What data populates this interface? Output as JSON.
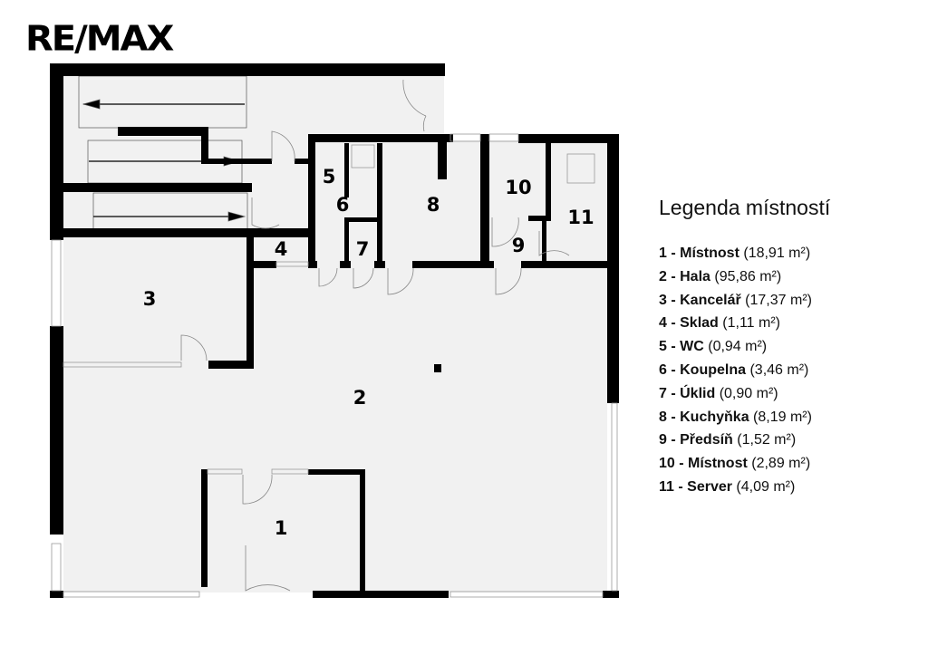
{
  "logo": {
    "text": "RE/MAX"
  },
  "colors": {
    "floor": "#f1f1f1",
    "wall": "#000000",
    "background": "#ffffff"
  },
  "rooms": [
    {
      "no": "1",
      "name": "Místnost",
      "area": "(18,91 m²)"
    },
    {
      "no": "2",
      "name": "Hala",
      "area": "(95,86 m²)"
    },
    {
      "no": "3",
      "name": "Kancelář",
      "area": "(17,37 m²)"
    },
    {
      "no": "4",
      "name": "Sklad",
      "area": "(1,11 m²)"
    },
    {
      "no": "5",
      "name": "WC",
      "area": "(0,94 m²)"
    },
    {
      "no": "6",
      "name": "Koupelna",
      "area": "(3,46 m²)"
    },
    {
      "no": "7",
      "name": "Úklid",
      "area": "(0,90 m²)"
    },
    {
      "no": "8",
      "name": "Kuchyňka",
      "area": "(8,19 m²)"
    },
    {
      "no": "9",
      "name": "Předsíň",
      "area": "(1,52 m²)"
    },
    {
      "no": "10",
      "name": "Místnost",
      "area": "(2,89 m²)"
    },
    {
      "no": "11",
      "name": "Server",
      "area": "(4,09 m²)"
    }
  ],
  "legend": {
    "title": "Legenda místností"
  }
}
